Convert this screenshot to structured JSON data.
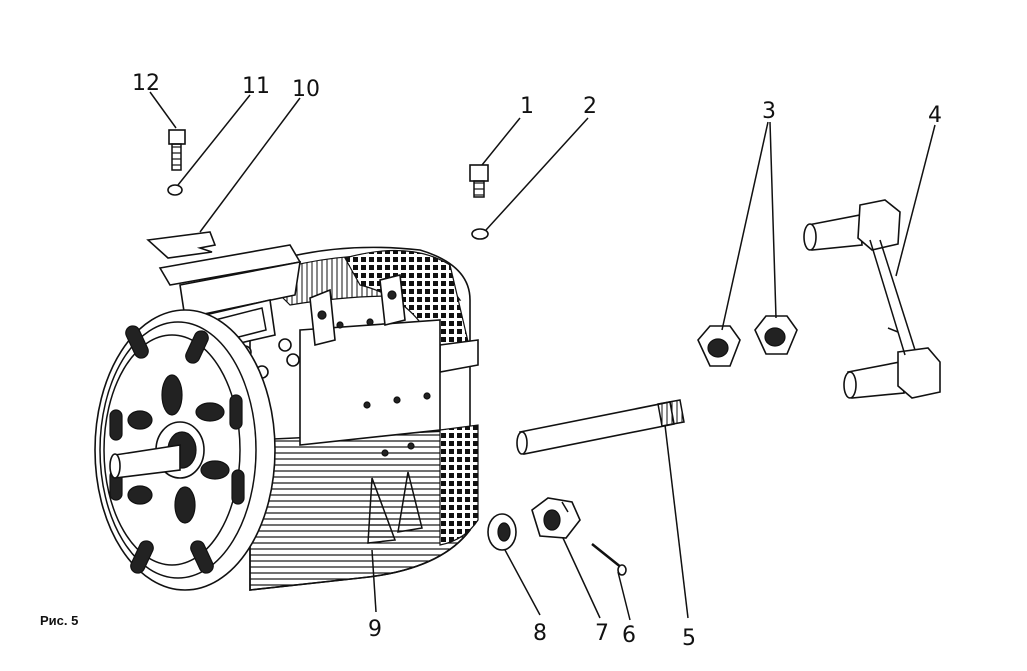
{
  "caption": "Рис. 5",
  "callouts": [
    {
      "id": "1",
      "label": "1"
    },
    {
      "id": "2",
      "label": "2"
    },
    {
      "id": "3",
      "label": "3"
    },
    {
      "id": "4",
      "label": "4"
    },
    {
      "id": "5",
      "label": "5"
    },
    {
      "id": "6",
      "label": "6"
    },
    {
      "id": "7",
      "label": "7"
    },
    {
      "id": "8",
      "label": "8"
    },
    {
      "id": "9",
      "label": "9"
    },
    {
      "id": "10",
      "label": "10"
    },
    {
      "id": "11",
      "label": "11"
    },
    {
      "id": "12",
      "label": "12"
    }
  ]
}
